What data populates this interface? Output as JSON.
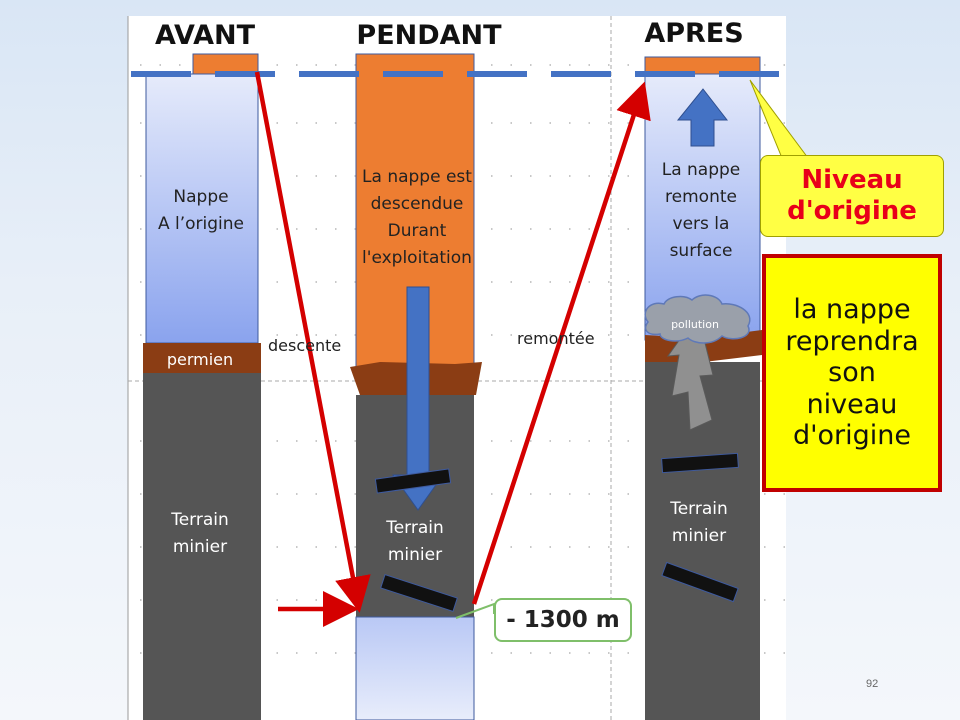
{
  "headings": {
    "avant": "AVANT",
    "pendant": "PENDANT",
    "apres": "APRES"
  },
  "columns": {
    "avant": {
      "nappe_label_line1": "Nappe",
      "nappe_label_line2": "A l’origine",
      "permien_label": "permien",
      "terrain_line1": "Terrain",
      "terrain_line2": "minier"
    },
    "pendant": {
      "nappe_label_lines": [
        "La nappe est",
        "descendue",
        "Durant",
        "l'exploitation"
      ],
      "terrain_line1": "Terrain",
      "terrain_line2": "minier"
    },
    "apres": {
      "nappe_label_lines": [
        "La nappe",
        "remonte",
        "vers la",
        "surface"
      ],
      "pollution_label": "pollution",
      "terrain_line1": "Terrain",
      "terrain_line2": "minier"
    }
  },
  "arrows": {
    "descente_label": "descente",
    "remontee_label": "remontée"
  },
  "callouts": {
    "depth_label": "- 1300 m",
    "niveau_label_line1": "Niveau",
    "niveau_label_line2": "d'origine",
    "main_note_lines": [
      "la nappe",
      "reprendra",
      "son",
      "niveau",
      "d'origine"
    ]
  },
  "colors": {
    "orange": "#ed7d31",
    "dark_ground": "#555555",
    "brown_layer": "#8b3d14",
    "water_light": "#dde4fa",
    "water_dark": "#8da6ee",
    "red_arrow": "#d40000",
    "blue_arrow": "#4472c4",
    "dash_line": "#4472c4"
  },
  "slide_number": "92"
}
